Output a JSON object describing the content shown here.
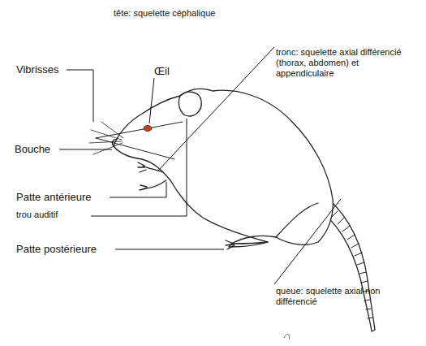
{
  "diagram": {
    "labels": [
      "tête: squelette céphalique",
      "Vibrisses",
      "Œil",
      "Bouche",
      "Patte antérieure",
      "trou auditif",
      "Patte postérieure",
      "tronc: squelette axial différencié (thorax, abdomen) et appendiculaire",
      "queue: squelette axial non différencié"
    ]
  }
}
